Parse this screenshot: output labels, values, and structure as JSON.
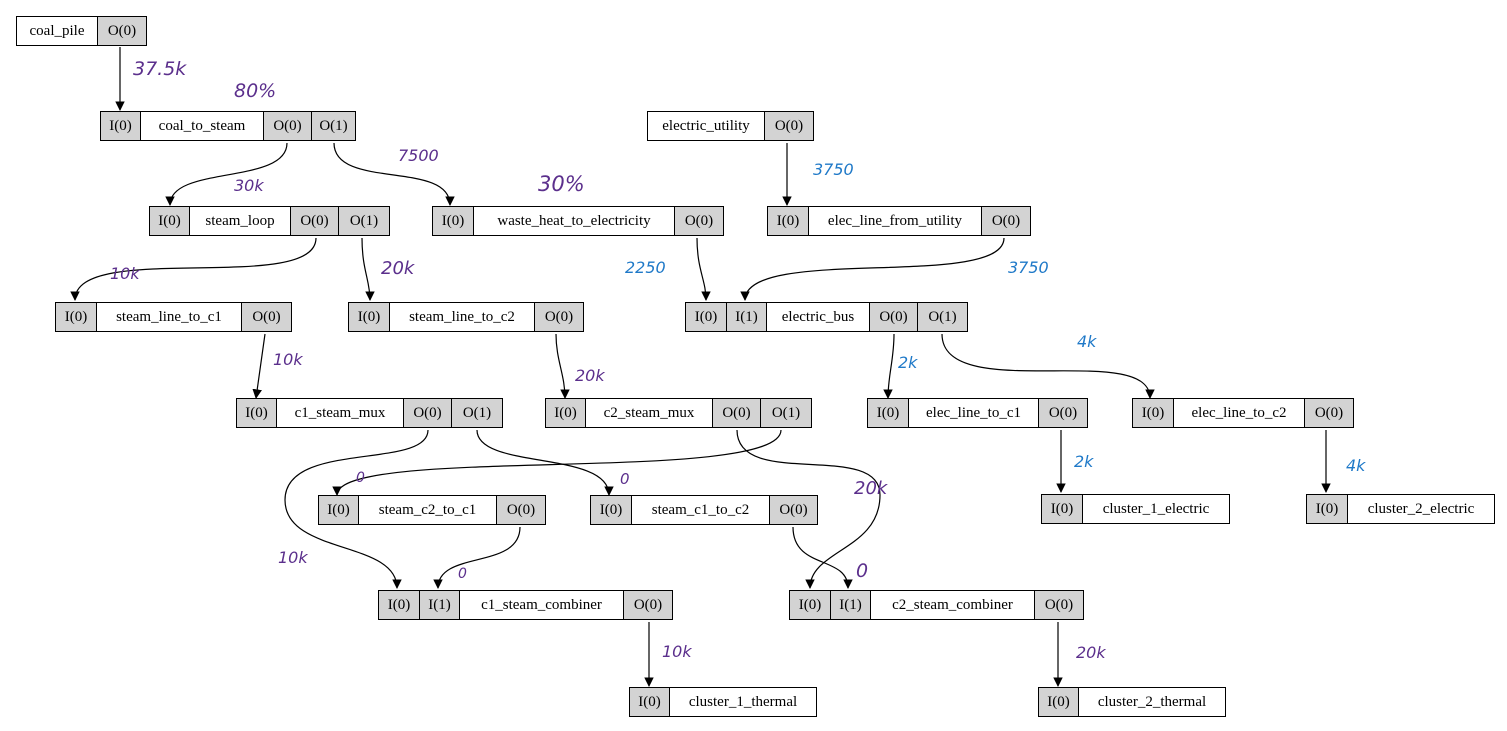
{
  "nodes": {
    "coal_pile": {
      "name": "coal_pile",
      "inputs": [],
      "outputs": [
        "O(0)"
      ]
    },
    "coal_to_steam": {
      "name": "coal_to_steam",
      "inputs": [
        "I(0)"
      ],
      "outputs": [
        "O(0)",
        "O(1)"
      ]
    },
    "electric_utility": {
      "name": "electric_utility",
      "inputs": [],
      "outputs": [
        "O(0)"
      ]
    },
    "steam_loop": {
      "name": "steam_loop",
      "inputs": [
        "I(0)"
      ],
      "outputs": [
        "O(0)",
        "O(1)"
      ]
    },
    "waste_heat_to_electricity": {
      "name": "waste_heat_to_electricity",
      "inputs": [
        "I(0)"
      ],
      "outputs": [
        "O(0)"
      ]
    },
    "elec_line_from_utility": {
      "name": "elec_line_from_utility",
      "inputs": [
        "I(0)"
      ],
      "outputs": [
        "O(0)"
      ]
    },
    "steam_line_to_c1": {
      "name": "steam_line_to_c1",
      "inputs": [
        "I(0)"
      ],
      "outputs": [
        "O(0)"
      ]
    },
    "steam_line_to_c2": {
      "name": "steam_line_to_c2",
      "inputs": [
        "I(0)"
      ],
      "outputs": [
        "O(0)"
      ]
    },
    "electric_bus": {
      "name": "electric_bus",
      "inputs": [
        "I(0)",
        "I(1)"
      ],
      "outputs": [
        "O(0)",
        "O(1)"
      ]
    },
    "c1_steam_mux": {
      "name": "c1_steam_mux",
      "inputs": [
        "I(0)"
      ],
      "outputs": [
        "O(0)",
        "O(1)"
      ]
    },
    "c2_steam_mux": {
      "name": "c2_steam_mux",
      "inputs": [
        "I(0)"
      ],
      "outputs": [
        "O(0)",
        "O(1)"
      ]
    },
    "elec_line_to_c1": {
      "name": "elec_line_to_c1",
      "inputs": [
        "I(0)"
      ],
      "outputs": [
        "O(0)"
      ]
    },
    "elec_line_to_c2": {
      "name": "elec_line_to_c2",
      "inputs": [
        "I(0)"
      ],
      "outputs": [
        "O(0)"
      ]
    },
    "steam_c2_to_c1": {
      "name": "steam_c2_to_c1",
      "inputs": [
        "I(0)"
      ],
      "outputs": [
        "O(0)"
      ]
    },
    "steam_c1_to_c2": {
      "name": "steam_c1_to_c2",
      "inputs": [
        "I(0)"
      ],
      "outputs": [
        "O(0)"
      ]
    },
    "cluster_1_electric": {
      "name": "cluster_1_electric",
      "inputs": [
        "I(0)"
      ],
      "outputs": []
    },
    "cluster_2_electric": {
      "name": "cluster_2_electric",
      "inputs": [
        "I(0)"
      ],
      "outputs": []
    },
    "c1_steam_combiner": {
      "name": "c1_steam_combiner",
      "inputs": [
        "I(0)",
        "I(1)"
      ],
      "outputs": [
        "O(0)"
      ]
    },
    "c2_steam_combiner": {
      "name": "c2_steam_combiner",
      "inputs": [
        "I(0)",
        "I(1)"
      ],
      "outputs": [
        "O(0)"
      ]
    },
    "cluster_1_thermal": {
      "name": "cluster_1_thermal",
      "inputs": [
        "I(0)"
      ],
      "outputs": []
    },
    "cluster_2_thermal": {
      "name": "cluster_2_thermal",
      "inputs": [
        "I(0)"
      ],
      "outputs": []
    }
  },
  "annotations": {
    "coal_flow": "37.5k",
    "coal_to_steam_eff": "80%",
    "steam_flow": "30k",
    "waste_heat_flow": "7500",
    "waste_heat_eff": "30%",
    "utility_flow": "3750",
    "c1_line_flow": "10k",
    "c2_line_flow": "20k",
    "waste_elec_flow": "2250",
    "utility_line_flow": "3750",
    "c1_mux_in": "10k",
    "c2_mux_in": "20k",
    "bus_to_c1": "2k",
    "bus_to_c2": "4k",
    "c1_to_c2_flow": "0",
    "c2_to_c1_flow": "0",
    "c2_direct_flow": "20k",
    "c1_direct_flow": "10k",
    "c1_combiner_in1": "0",
    "c2_combiner_in1": "0",
    "c1_elec_flow": "2k",
    "c2_elec_flow": "4k",
    "c1_thermal_flow": "10k",
    "c2_thermal_flow": "20k"
  },
  "colors": {
    "port_fill": "#d3d3d3",
    "steam_annotation": "#5b2f8c",
    "electric_annotation": "#1f79c8"
  }
}
